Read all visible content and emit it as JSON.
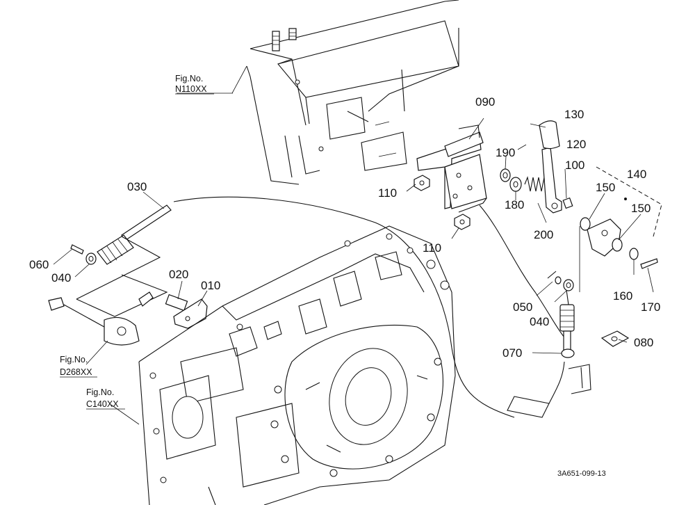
{
  "figure_refs": {
    "n110": {
      "prefix": "Fig.No.",
      "code": "N110XX"
    },
    "d268": {
      "prefix": "Fig.No.",
      "code": "D268XX"
    },
    "c140": {
      "prefix": "Fig.No.",
      "code": "C140XX"
    }
  },
  "parts": {
    "p010": "010",
    "p020": "020",
    "p030": "030",
    "p040a": "040",
    "p040b": "040",
    "p050": "050",
    "p060": "060",
    "p070": "070",
    "p080": "080",
    "p090": "090",
    "p100": "100",
    "p110a": "110",
    "p110b": "110",
    "p120": "120",
    "p130": "130",
    "p140": "140",
    "p150a": "150",
    "p150b": "150",
    "p160": "160",
    "p170": "170",
    "p180": "180",
    "p190": "190",
    "p200": "200"
  },
  "drawing_code": "3A651-099-13"
}
